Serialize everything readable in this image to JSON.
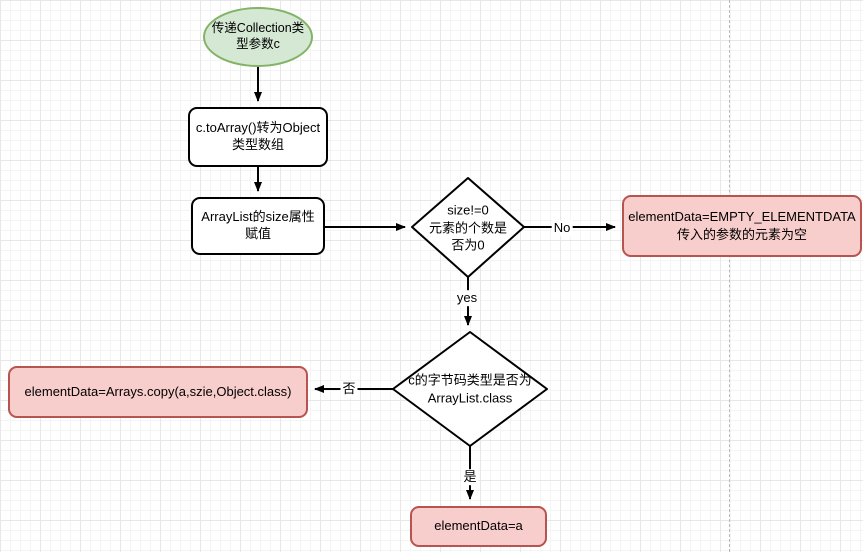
{
  "colors": {
    "start_fill": "#d5e8d4",
    "start_stroke": "#82b366",
    "result_fill": "#f8cecc",
    "result_stroke": "#b85450",
    "process_fill": "#ffffff",
    "process_stroke": "#000000",
    "connector": "#000000",
    "grid_line": "#e7e7e7"
  },
  "flowchart": {
    "start": {
      "label": "传递Collection类\n型参数c"
    },
    "to_array": {
      "label": "c.toArray()转为Object\n类型数组"
    },
    "size_assign": {
      "label": "ArrayList的size属性\n赋值"
    },
    "size_check": {
      "label": "size!=0\n元素的个数是\n否为0"
    },
    "empty_result": {
      "label": "elementData=EMPTY_ELEMENTDATA\n传入的参数的元素为空"
    },
    "class_check": {
      "label": "c的字节码类型是否为\nArrayList.class"
    },
    "copy_result": {
      "label": "elementData=Arrays.copy(a,szie,Object.class)"
    },
    "assign_result": {
      "label": "elementData=a"
    },
    "edge_labels": {
      "no": "No",
      "yes": "yes",
      "fou": "否",
      "shi": "是"
    }
  }
}
